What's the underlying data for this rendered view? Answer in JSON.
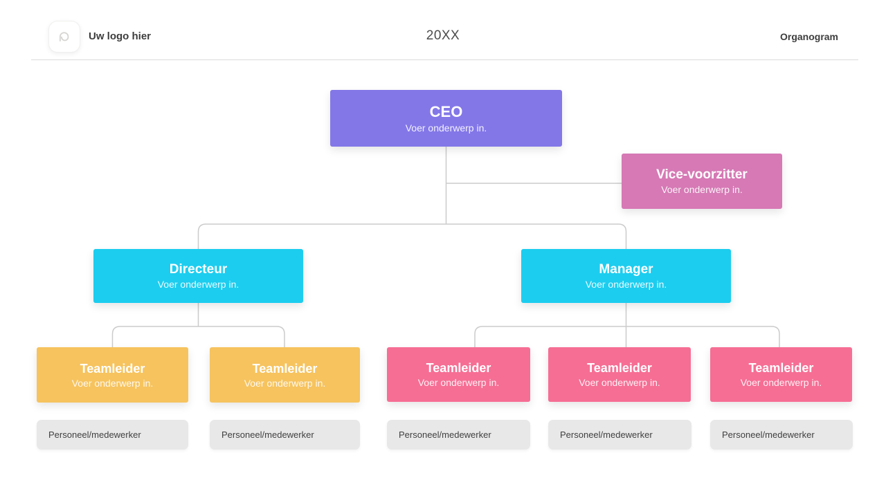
{
  "header": {
    "logo_label": "Uw logo hier",
    "year": "20XX",
    "title": "Organogram"
  },
  "org": {
    "ceo": {
      "title": "CEO",
      "subtitle": "Voer onderwerp in."
    },
    "vice": {
      "title": "Vice-voorzitter",
      "subtitle": "Voer onderwerp in."
    },
    "directeur": {
      "title": "Directeur",
      "subtitle": "Voer onderwerp in."
    },
    "manager": {
      "title": "Manager",
      "subtitle": "Voer onderwerp in."
    },
    "teamleiders": [
      {
        "title": "Teamleider",
        "subtitle": "Voer onderwerp in.",
        "group": "directeur"
      },
      {
        "title": "Teamleider",
        "subtitle": "Voer onderwerp in.",
        "group": "directeur"
      },
      {
        "title": "Teamleider",
        "subtitle": "Voer onderwerp in.",
        "group": "manager"
      },
      {
        "title": "Teamleider",
        "subtitle": "Voer onderwerp in.",
        "group": "manager"
      },
      {
        "title": "Teamleider",
        "subtitle": "Voer onderwerp in.",
        "group": "manager"
      }
    ],
    "staff": [
      {
        "label": "Personeel/medewerker"
      },
      {
        "label": "Personeel/medewerker"
      },
      {
        "label": "Personeel/medewerker"
      },
      {
        "label": "Personeel/medewerker"
      },
      {
        "label": "Personeel/medewerker"
      }
    ]
  },
  "colors": {
    "ceo": "#8377e8",
    "vice": "#d679b5",
    "level2": "#1ccdef",
    "teamleider_left": "#f6c35e",
    "teamleider_right": "#f66e94",
    "staff_bg": "#e9e8e8",
    "connector": "#cbcbcb",
    "logo_glyph": "#d6d4d2"
  }
}
